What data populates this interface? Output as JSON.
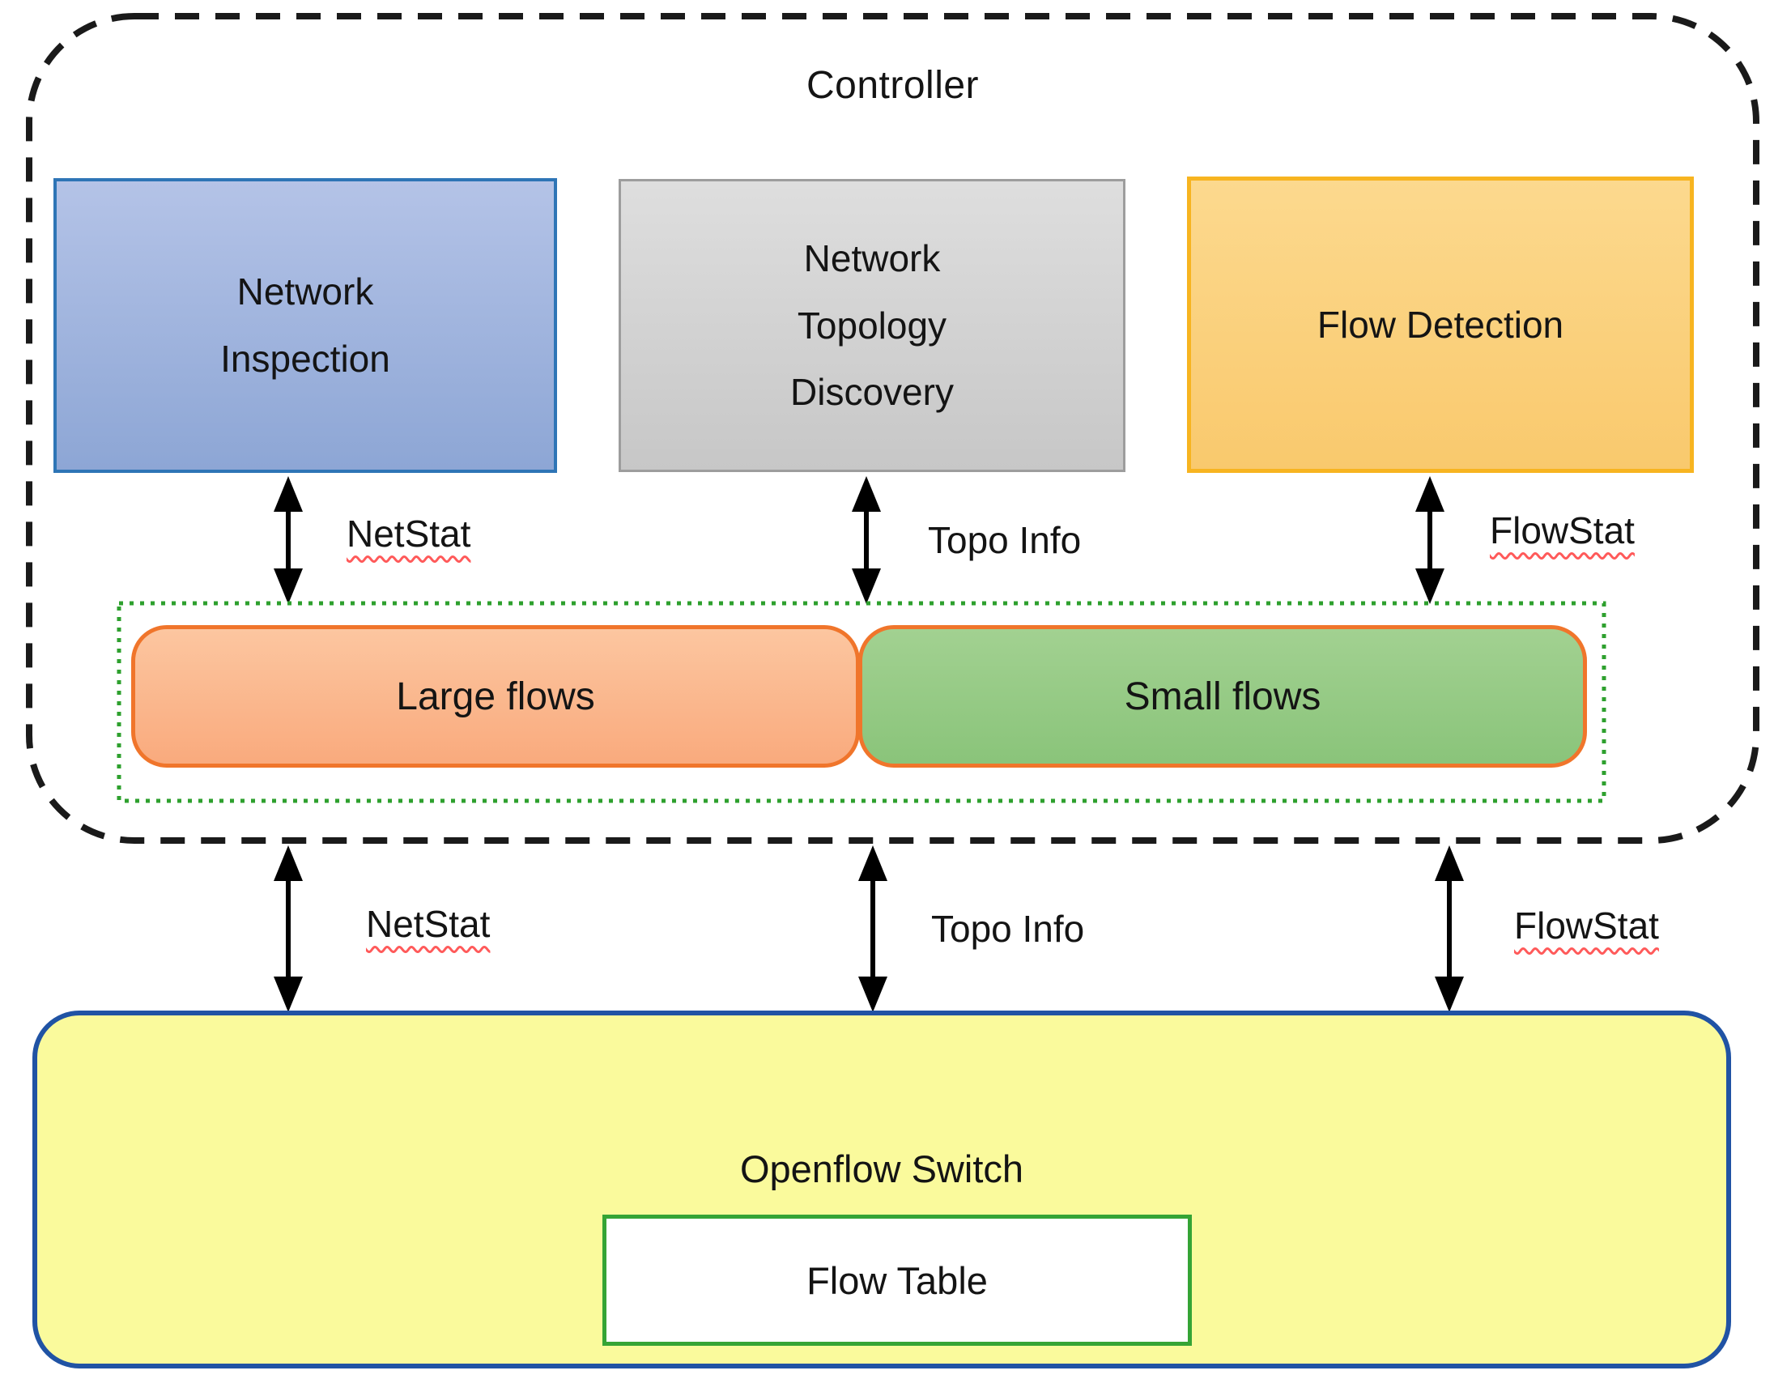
{
  "title": "Controller",
  "modules": [
    {
      "label": "Network\nInspection"
    },
    {
      "label": "Network\nTopology\nDiscovery"
    },
    {
      "label": "Flow Detection"
    }
  ],
  "flow_groups": [
    {
      "label": "Large flows"
    },
    {
      "label": "Small flows"
    }
  ],
  "upper_links": [
    {
      "label": "NetStat"
    },
    {
      "label": "Topo Info"
    },
    {
      "label": "FlowStat"
    }
  ],
  "lower_links": [
    {
      "label": "NetStat"
    },
    {
      "label": "Topo Info"
    },
    {
      "label": "FlowStat"
    }
  ],
  "switch": {
    "label": "Openflow Switch",
    "flow_table": "Flow Table"
  },
  "colors": {
    "ink": "#141414",
    "dashed_border": "#1a1a1a",
    "arrow": "#000000",
    "squiggle": "#ff5a5a",
    "inspection_fill_top": "#b4c3e7",
    "inspection_fill_bottom": "#8da6d5",
    "inspection_border": "#2e75b6",
    "topology_fill_top": "#dedede",
    "topology_fill_bottom": "#c7c7c7",
    "topology_border": "#9d9d9d",
    "detection_fill_top": "#fcd98e",
    "detection_fill_bottom": "#f9c96d",
    "detection_border": "#f7b420",
    "large_fill_top": "#fcc6a0",
    "large_fill_bottom": "#f9aa7d",
    "small_fill_top": "#a2d191",
    "small_fill_bottom": "#8ac47a",
    "flows_border": "#f0752b",
    "dotted_border": "#2ea02e",
    "switch_fill": "#fafa9c",
    "switch_border": "#2053a4",
    "table_border": "#35a435"
  }
}
